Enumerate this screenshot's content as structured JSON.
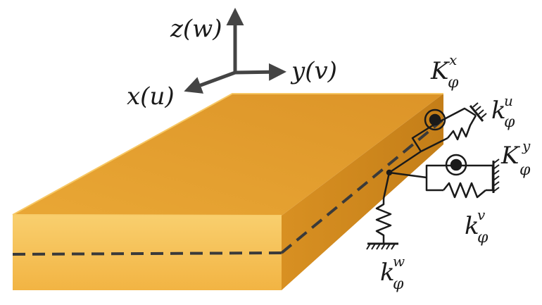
{
  "axes": {
    "z": "z(w)",
    "y": "y(v)",
    "x": "x(u)"
  },
  "springs": {
    "K_phi_x": {
      "base": "K",
      "sup": "x",
      "sub": "φ"
    },
    "k_phi_u": {
      "base": "k",
      "sup": "u",
      "sub": "φ"
    },
    "K_phi_y": {
      "base": "K",
      "sup": "y",
      "sub": "φ"
    },
    "k_phi_v": {
      "base": "k",
      "sup": "v",
      "sub": "φ"
    },
    "k_phi_w": {
      "base": "k",
      "sup": "w",
      "sub": "φ"
    }
  },
  "colors": {
    "plate_top": "#E39F2C",
    "plate_front": "#F6C35A",
    "plate_side": "#D08A1E",
    "axis_arrow": "#444444",
    "ink": "#1a1a1a"
  }
}
